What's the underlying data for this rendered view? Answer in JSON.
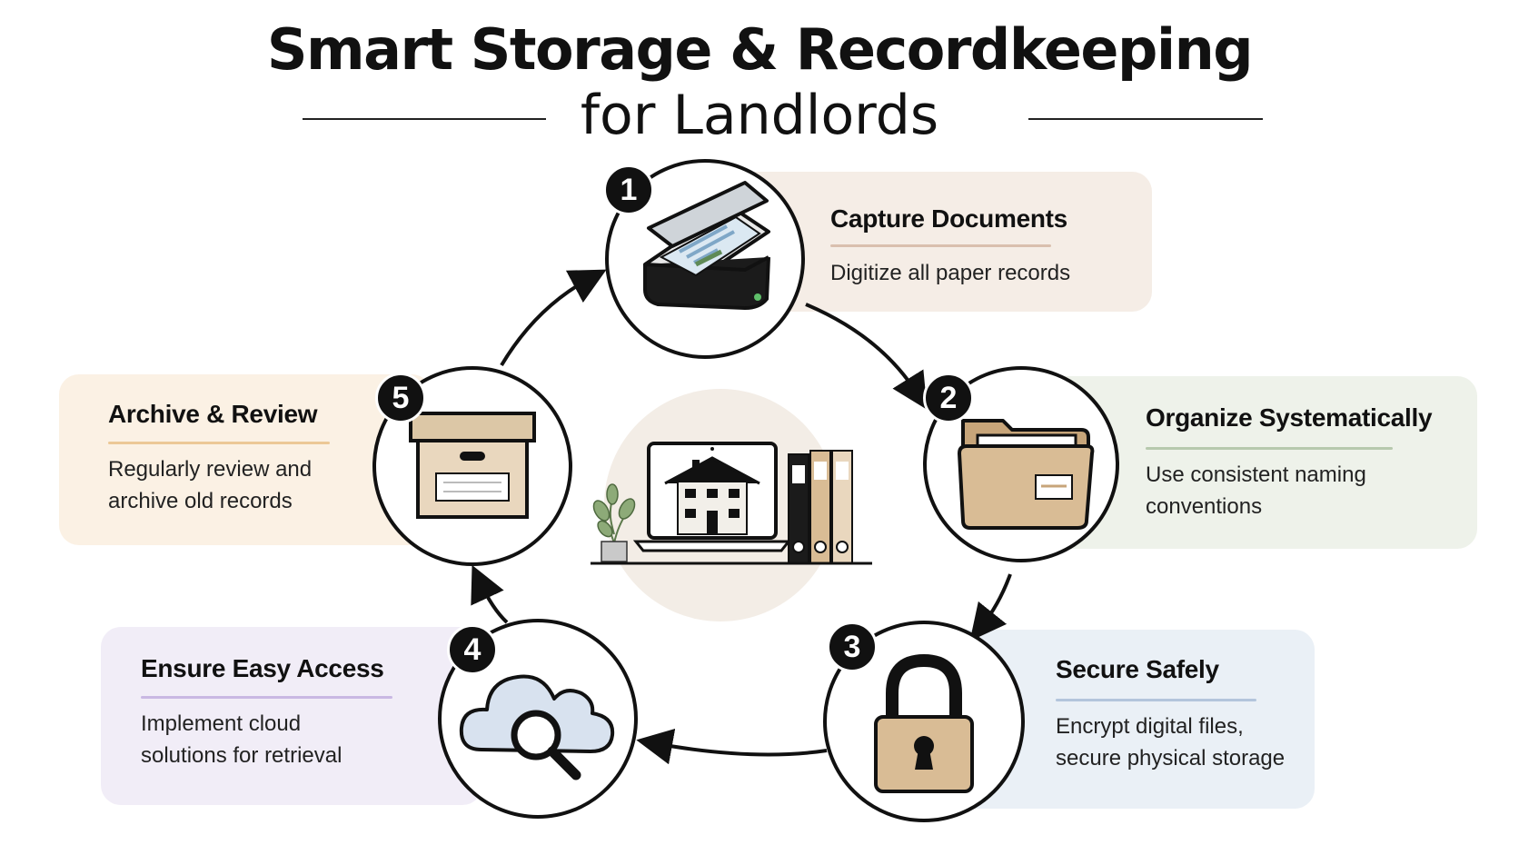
{
  "header": {
    "title": "Smart Storage & Recordkeeping",
    "subtitle": "for Landlords"
  },
  "steps": [
    {
      "number": "1",
      "title": "Capture Documents",
      "desc": [
        "Digitize all paper records"
      ],
      "icon": "scanner-icon",
      "card_color": "#f5ede6",
      "line_color": "#d9bfae"
    },
    {
      "number": "2",
      "title": "Organize Systematically",
      "desc": [
        "Use consistent naming",
        "conventions"
      ],
      "icon": "folder-icon",
      "card_color": "#eef2ea",
      "line_color": "#b7c9ae"
    },
    {
      "number": "3",
      "title": "Secure Safely",
      "desc": [
        "Encrypt digital files,",
        "secure physical storage"
      ],
      "icon": "padlock-icon",
      "card_color": "#eaf0f6",
      "line_color": "#b3c5dc"
    },
    {
      "number": "4",
      "title": "Ensure Easy Access",
      "desc": [
        "Implement cloud",
        "solutions for retrieval"
      ],
      "icon": "cloud-search-icon",
      "card_color": "#f1edf7",
      "line_color": "#c9b8e3"
    },
    {
      "number": "5",
      "title": "Archive & Review",
      "desc": [
        "Regularly review and",
        "archive old records"
      ],
      "icon": "archive-box-icon",
      "card_color": "#fbf1e4",
      "line_color": "#ecc896"
    }
  ],
  "center": {
    "icon": "laptop-house-binders-icon"
  },
  "colors": {
    "stroke": "#111111",
    "kraft": "#d9bc95",
    "kraft_dark": "#c7a57a"
  }
}
